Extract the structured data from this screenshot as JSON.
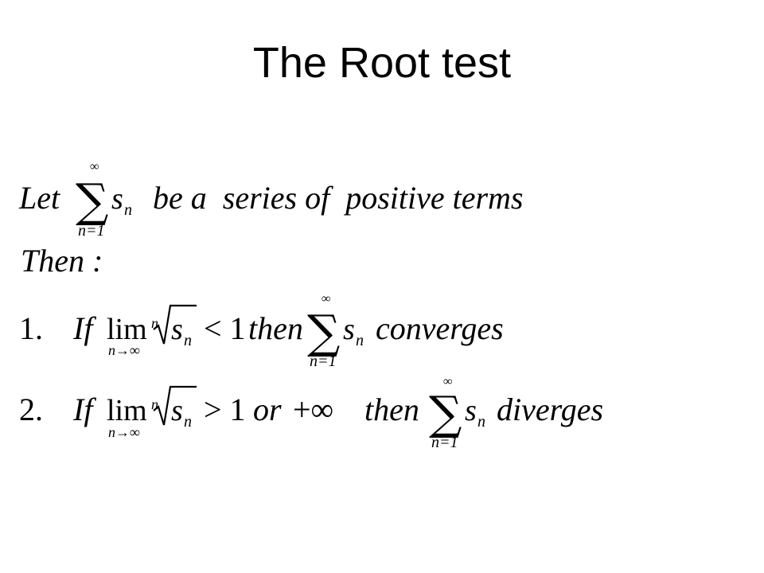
{
  "slide": {
    "title": "The Root test"
  },
  "math": {
    "line1": {
      "let": "Let",
      "sum_top": "∞",
      "sum_bottom": "n=1",
      "term": "s",
      "term_sub": "n",
      "text": "be a  series of  positive terms"
    },
    "line2": {
      "then": "Then :"
    },
    "case1": {
      "number": "1.",
      "if": "If",
      "lim": "lim",
      "lim_sub": "n→∞",
      "root_index": "n",
      "radicand": "s",
      "radicand_sub": "n",
      "relation": "< 1",
      "then": "then",
      "sum_top": "∞",
      "sum_bottom": "n=1",
      "term": "s",
      "term_sub": "n",
      "conclusion": "converges"
    },
    "case2": {
      "number": "2.",
      "if": "If",
      "lim": "lim",
      "lim_sub": "n→∞",
      "root_index": "n",
      "radicand": "s",
      "radicand_sub": "n",
      "relation": "> 1",
      "or": "or",
      "plus_infinity": "+∞",
      "then": "then",
      "sum_top": "∞",
      "sum_bottom": "n=1",
      "term": "s",
      "term_sub": "n",
      "conclusion": "diverges"
    }
  }
}
